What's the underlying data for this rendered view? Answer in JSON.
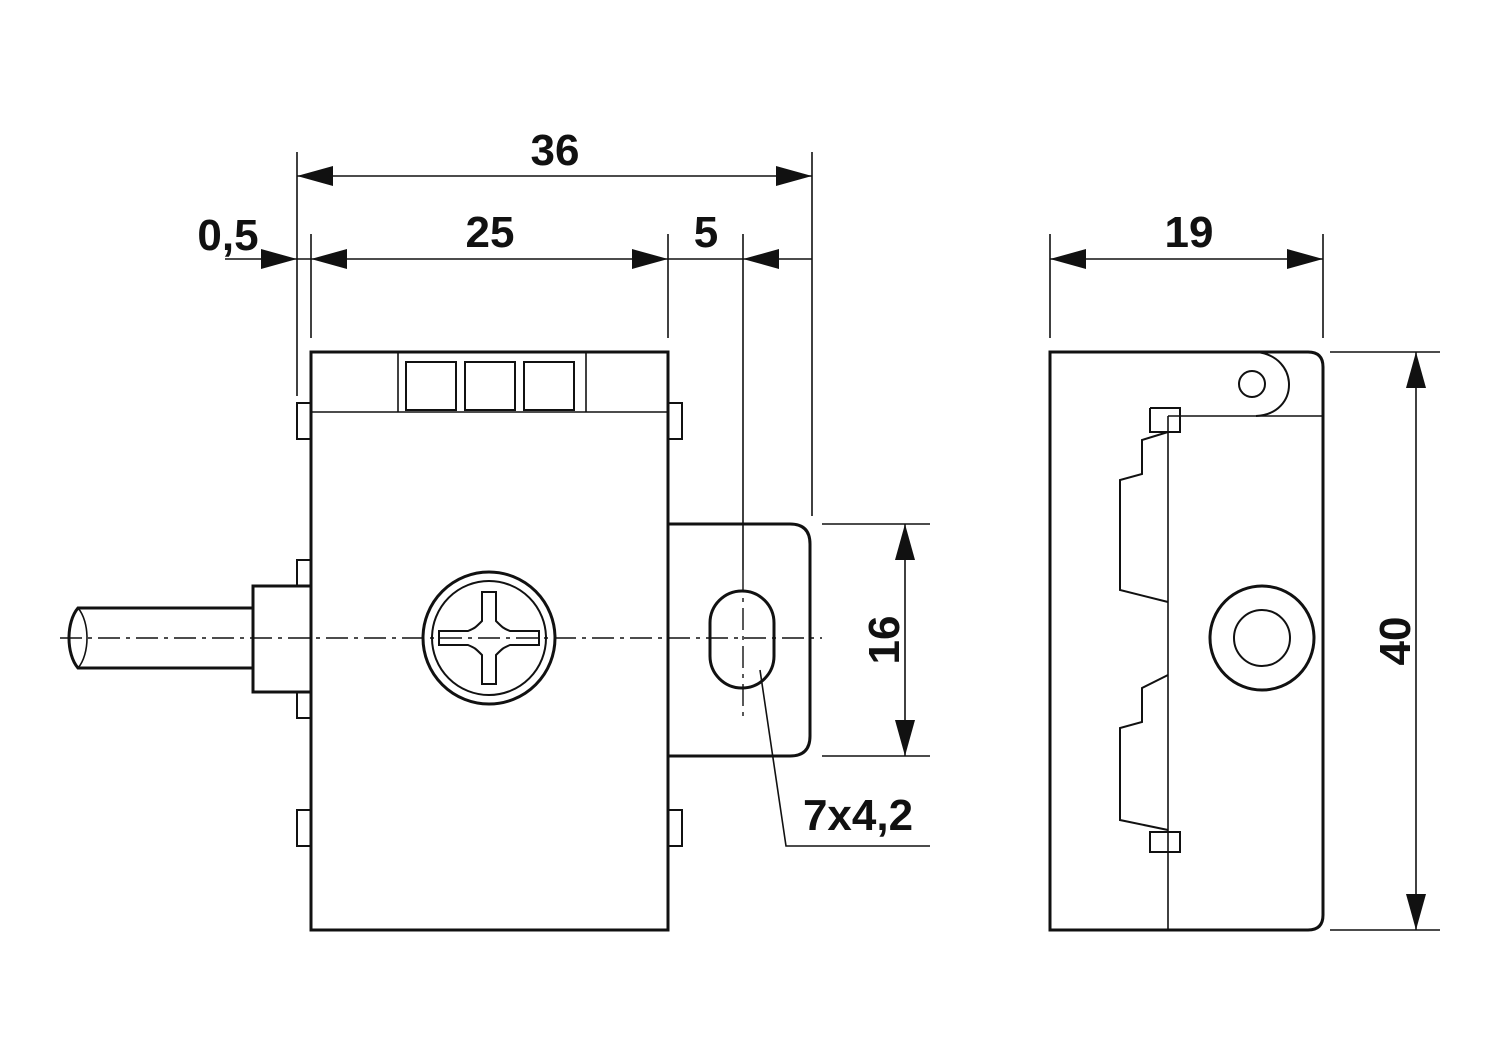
{
  "dimensions": {
    "overall_width": "36",
    "offset": "0,5",
    "body_width": "25",
    "tab_width": "5",
    "side_depth": "19",
    "tab_height": "16",
    "total_height": "40",
    "slot": "7x4,2"
  }
}
